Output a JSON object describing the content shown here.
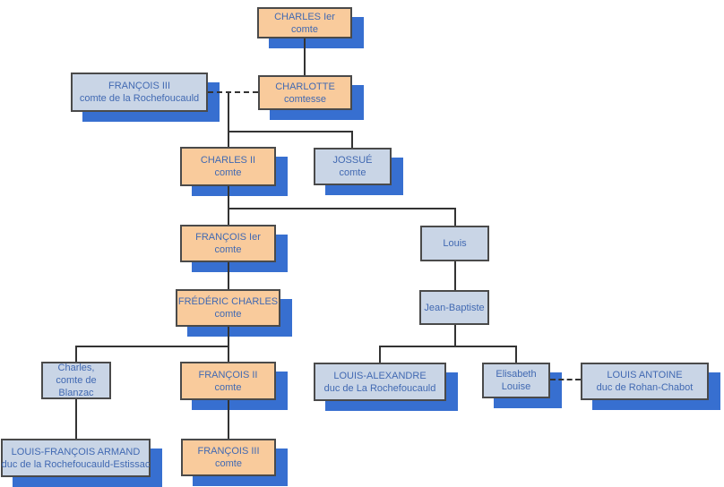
{
  "colors": {
    "orange_box_fill": "#F9CB9C",
    "blue_box_fill": "#C9D5E6",
    "box_border": "#4A4A4A",
    "shadow_blue": "#376FD0",
    "connector_line": "#333333",
    "text_blue": "#4169B2",
    "background": "#FFFFFF"
  },
  "nodes": {
    "charles_1er": {
      "lines": [
        "CHARLES Ier",
        "comte"
      ]
    },
    "francois_iii_rf": {
      "lines": [
        "FRANÇOIS III",
        "comte de la Rochefoucauld"
      ]
    },
    "charlotte": {
      "lines": [
        "CHARLOTTE",
        "comtesse"
      ]
    },
    "charles_ii": {
      "lines": [
        "CHARLES II",
        "comte"
      ]
    },
    "jossue": {
      "lines": [
        "JOSSUÉ",
        "comte"
      ]
    },
    "francois_1er": {
      "lines": [
        "FRANÇOIS Ier",
        "comte"
      ]
    },
    "louis": {
      "lines": [
        "Louis"
      ]
    },
    "frederic_charles": {
      "lines": [
        "FRÉDÉRIC CHARLES",
        "comte"
      ]
    },
    "jean_baptiste": {
      "lines": [
        "Jean-Baptiste"
      ]
    },
    "charles_blanzac": {
      "lines": [
        "Charles,",
        "comte de",
        "Blanzac"
      ]
    },
    "francois_ii": {
      "lines": [
        "FRANÇOIS II",
        "comte"
      ]
    },
    "louis_alexandre": {
      "lines": [
        "LOUIS-ALEXANDRE",
        "duc de La Rochefoucauld"
      ]
    },
    "elisabeth_louise": {
      "lines": [
        "Elisabeth",
        "Louise"
      ]
    },
    "louis_antoine": {
      "lines": [
        "LOUIS ANTOINE",
        "duc de Rohan-Chabot"
      ]
    },
    "louis_francois_armand": {
      "lines": [
        "LOUIS-FRANÇOIS ARMAND",
        "duc de la Rochefoucauld-Estissac"
      ]
    },
    "francois_iii_comte": {
      "lines": [
        "FRANÇOIS III",
        "comte"
      ]
    }
  }
}
